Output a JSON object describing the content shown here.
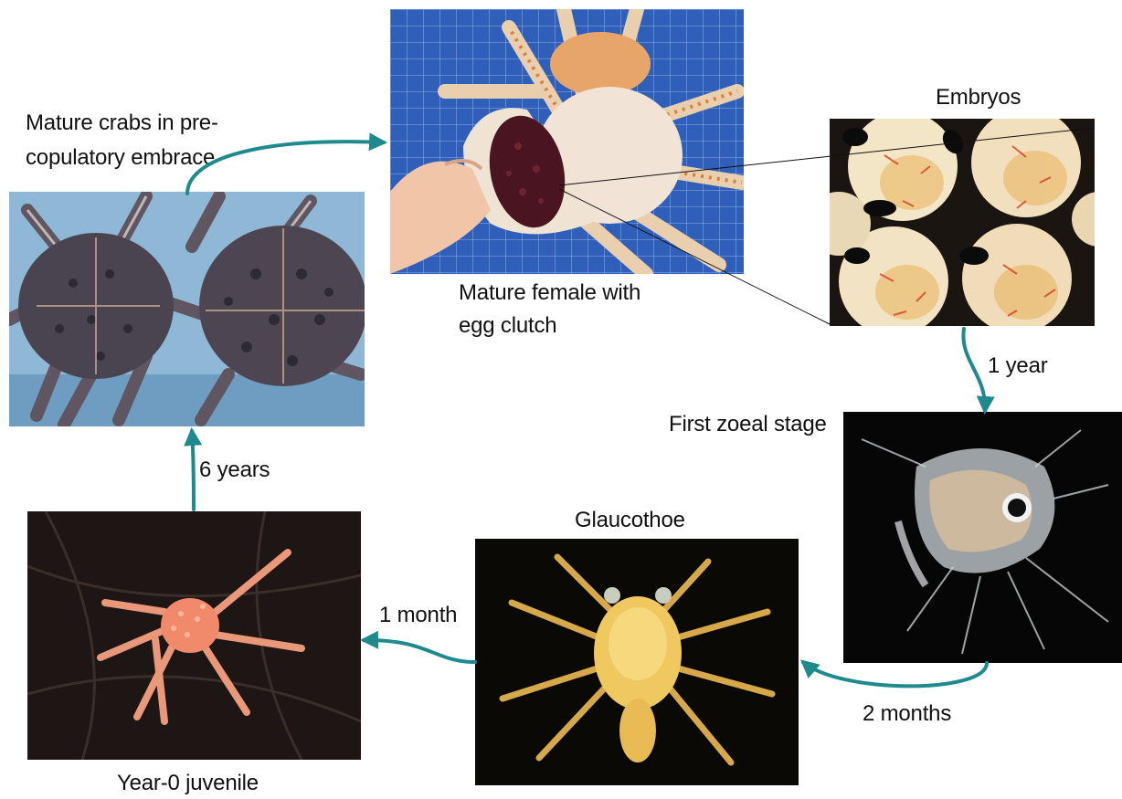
{
  "stages": {
    "mature_crabs": {
      "label_line1": "Mature crabs in pre-",
      "label_line2": "copulatory embrace"
    },
    "mature_female": {
      "label_line1": "Mature female with",
      "label_line2": "egg clutch"
    },
    "embryos": {
      "label": "Embryos"
    },
    "zoea": {
      "label": "First zoeal stage"
    },
    "glaucothoe": {
      "label": "Glaucothoe"
    },
    "juvenile": {
      "label": "Year-0 juvenile"
    }
  },
  "durations": {
    "embryo_to_zoea": "1 year",
    "zoea_to_glaucothoe": "2 months",
    "glaucothoe_to_juvenile": "1 month",
    "juvenile_to_mature": "6 years"
  },
  "colors": {
    "arrow": "#1f8a8e",
    "zoom_line": "#111111",
    "photo_background_dark": "#060606",
    "grid_board_blue": "#2f5fb8",
    "tank_blue": "#8fb7d6"
  },
  "icons": {
    "cycle_arrow": "curved-arrow"
  }
}
